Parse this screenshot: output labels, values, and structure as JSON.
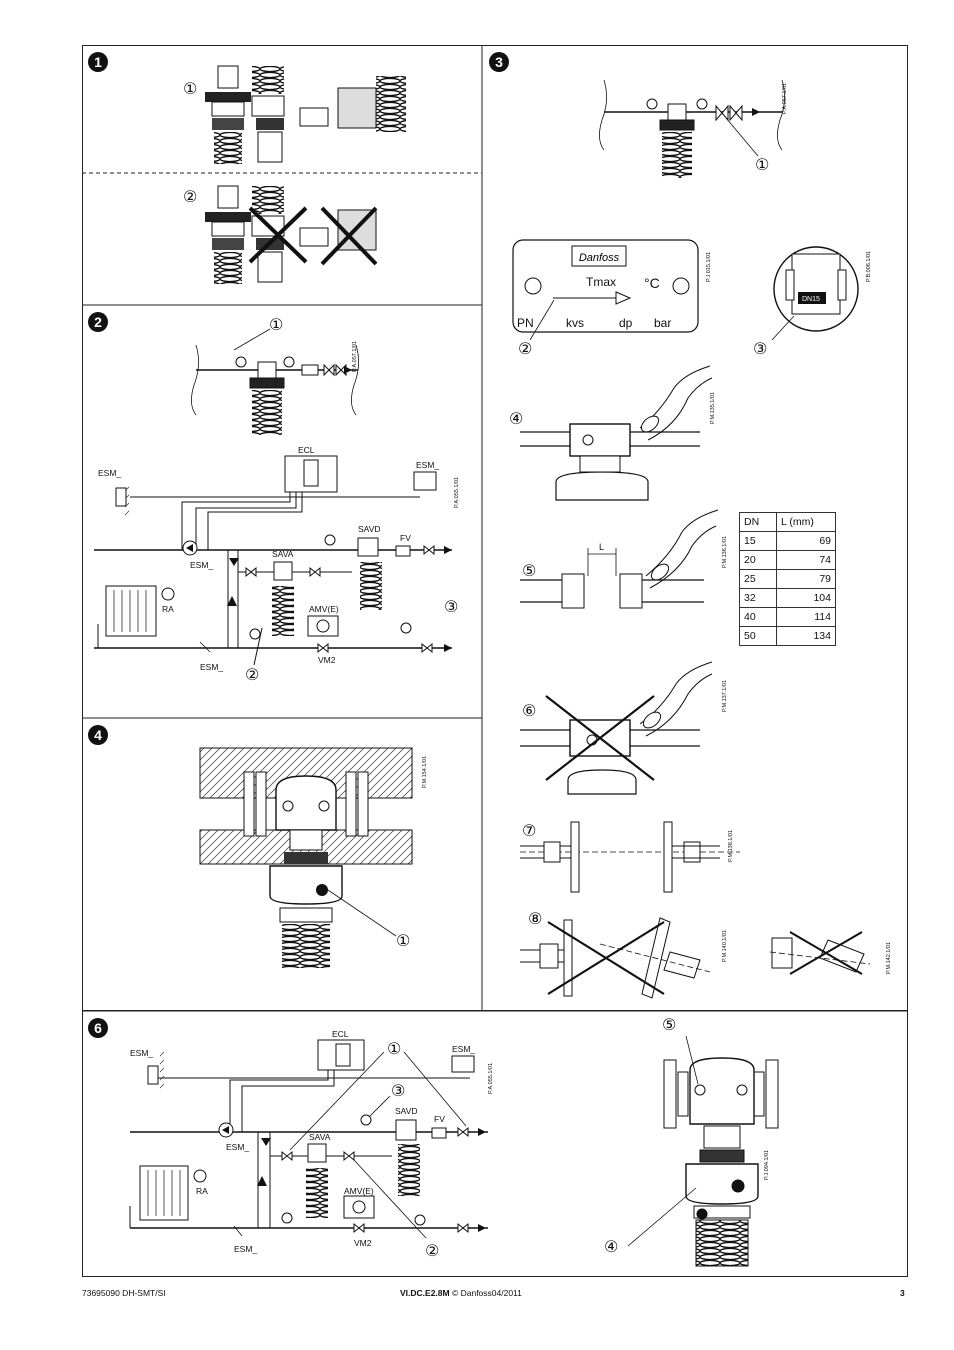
{
  "sections": {
    "s1": {
      "num": "1"
    },
    "s2": {
      "num": "2"
    },
    "s3": {
      "num": "3"
    },
    "s4": {
      "num": "4"
    },
    "s6": {
      "num": "6"
    }
  },
  "callouts": [
    "①",
    "②",
    "③",
    "④",
    "⑤",
    "⑥",
    "⑦",
    "⑧"
  ],
  "diagram_labels": {
    "ecl": "ECL",
    "esm": "ESM_",
    "savd": "SAVD",
    "sava": "SAVA",
    "fv": "FV",
    "ra": "RA",
    "amv": "AMV(E)",
    "vm2": "VM2"
  },
  "drawing_refs": {
    "p057": "P.A.057.1/01",
    "p055": "P.A.055.1/01",
    "p154": "P.M.154.1/01",
    "p015": "P.J.015.1/01",
    "p006": "P.B.006.1/01",
    "p135": "P.M.135.1/01",
    "p136": "P.M.136.1/01",
    "p137": "P.M.137.1/01",
    "p138": "P.M.138.1/01",
    "p140": "P.M.140.1/01",
    "p142": "P.M.142.1/01",
    "p094": "P.J.094.1/01"
  },
  "nameplate": {
    "tmax": "Tmax",
    "deg": "°C",
    "pn": "PN",
    "kvs": "kvs",
    "dp": "dp",
    "bar": "bar",
    "dn15": "DN15",
    "dim_l": "L"
  },
  "dn_table": {
    "headers": [
      "DN",
      "L (mm)"
    ],
    "rows": [
      [
        "15",
        "69"
      ],
      [
        "20",
        "74"
      ],
      [
        "25",
        "79"
      ],
      [
        "32",
        "104"
      ],
      [
        "40",
        "114"
      ],
      [
        "50",
        "134"
      ]
    ]
  },
  "footer": {
    "left": "73695090 DH-SMT/SI",
    "center_bold": "VI.DC.E2.8M",
    "center_rest": " © Danfoss04/2011",
    "page": "3"
  }
}
